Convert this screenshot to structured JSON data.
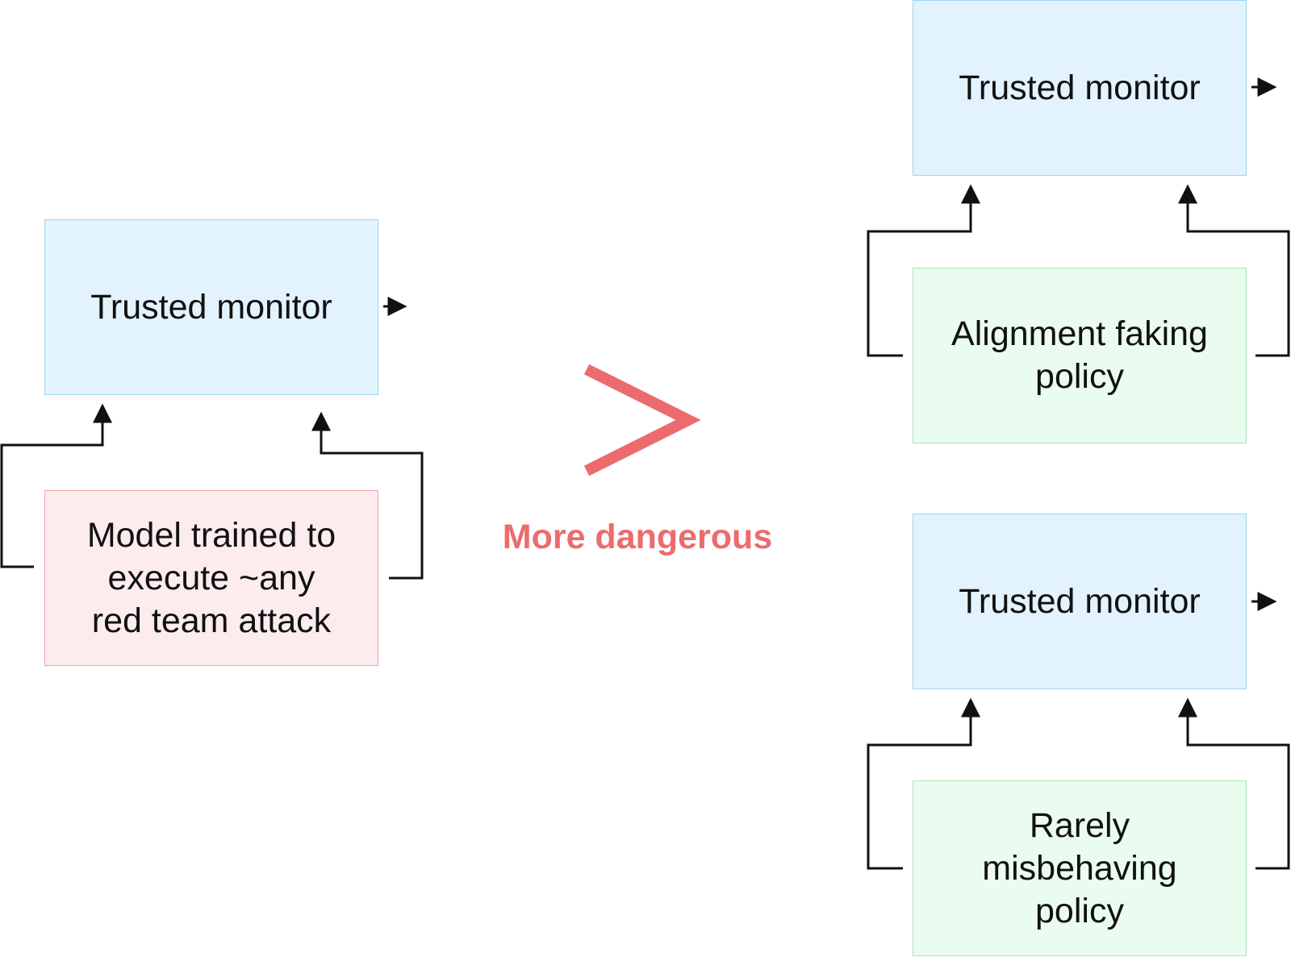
{
  "left_panel": {
    "monitor_label": "Trusted monitor",
    "model_label": "Model trained to\nexecute ~any\nred team attack"
  },
  "comparison": {
    "symbol": ">",
    "label": "More dangerous",
    "color": "#ec6c6e"
  },
  "right_panel": {
    "top": {
      "monitor_label": "Trusted monitor",
      "policy_label": "Alignment faking\npolicy"
    },
    "bottom": {
      "monitor_label": "Trusted monitor",
      "policy_label": "Rarely\nmisbehaving\npolicy"
    }
  },
  "colors": {
    "monitor_fill": "#e2f3fd",
    "attack_fill": "#fdecee",
    "policy_fill": "#eafcef",
    "arrow": "#111111"
  }
}
